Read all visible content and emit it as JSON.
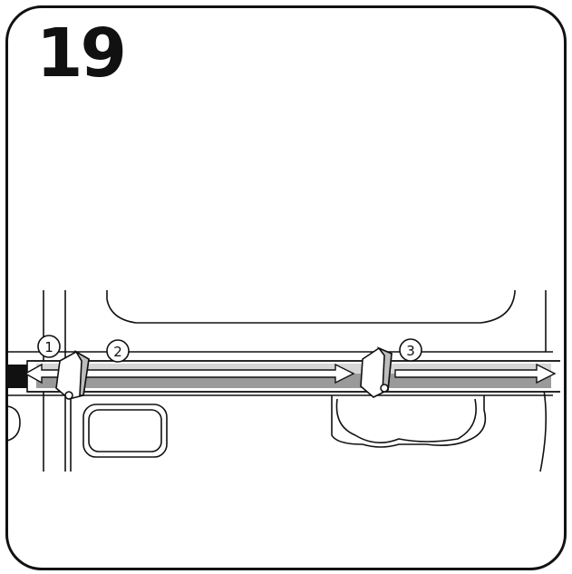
{
  "step": {
    "number": "19"
  },
  "callouts": [
    {
      "label": "1"
    },
    {
      "label": "2"
    },
    {
      "label": "3"
    }
  ],
  "colors": {
    "outline": "#111111",
    "tape_gray": "#9a9a9a",
    "tape_light": "#d6d6d6",
    "background": "#ffffff"
  }
}
